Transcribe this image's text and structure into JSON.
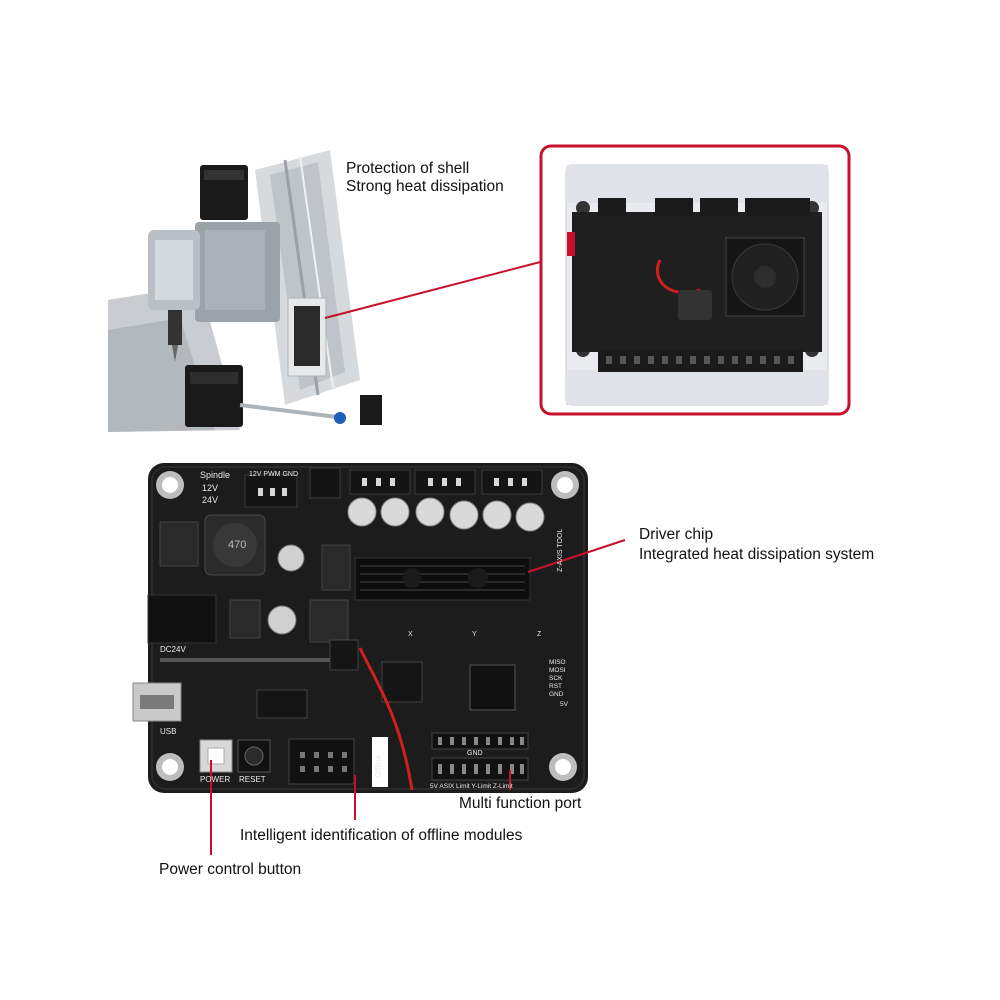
{
  "callouts": {
    "shell_line1": "Protection of shell",
    "shell_line2": "Strong heat dissipation",
    "driver_line1": "Driver chip",
    "driver_line2": "Integrated heat dissipation system",
    "multi_port": "Multi function port",
    "offline": "Intelligent identification of offline modules",
    "power_button": "Power control button"
  },
  "silkscreen": {
    "spindle": "Spindle",
    "v12": "12V",
    "v24": "24V",
    "laser_hdr": "12V PWM GND",
    "dc24v": "DC24V",
    "usb": "USB",
    "power": "POWER",
    "reset": "RESET",
    "offline": "Offline",
    "inductor": "470",
    "gnd": "GND",
    "port_row": "5V ASIX Limit Y-Limit Z-Limit",
    "isp_pins": [
      "MISO",
      "MOSI",
      "SCK",
      "RST",
      "GND"
    ],
    "isp_5v": "5V",
    "axis_tool": "Z-AXIS TOOL",
    "axis_x": "X",
    "axis_y": "Y",
    "axis_z": "Z"
  },
  "colors": {
    "callout_line": "#c8102e",
    "pcb": "#1c1c1c",
    "enclosure_border": "#c8102e"
  }
}
